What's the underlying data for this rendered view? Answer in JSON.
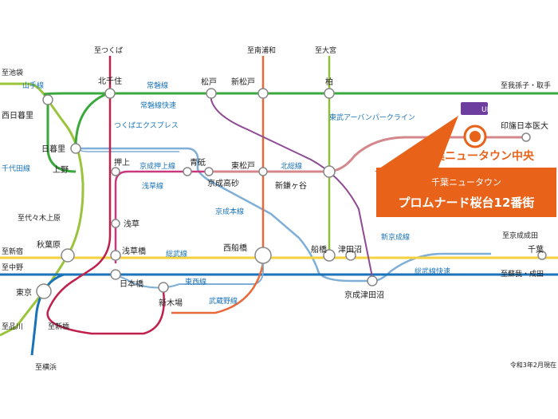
{
  "colors": {
    "jr_green": "#3aa83c",
    "yamanote": "#9ac43b",
    "chuo_sobu": "#f4d13f",
    "keiyo_tozai": "#1a73b8",
    "tsukuba_ex": "#c0204c",
    "musashino": "#e86a3a",
    "oedo": "#c8387c",
    "keisei": "#7faed6",
    "hokuso": "#d4888c",
    "hokuso_dark": "#8e4a95",
    "tobu_urban": "#8fbf3a",
    "shin_keisei": "#d1a0c9",
    "accent": "#e8621a",
    "ur_badge": "#6d3ea0"
  },
  "stations": {
    "minami_senju": "北千住",
    "nishi_nippori": "西日暮里",
    "nippori": "日暮里",
    "ueno": "上野",
    "akihabara": "秋葉原",
    "tokyo": "東京",
    "oshiage": "押上",
    "aoto": "青砥",
    "keisei_takasago": "京成高砂",
    "higashi_matsudo": "東松戸",
    "asakusa": "浅草",
    "asakusabashi": "浅草橋",
    "nihonbashi": "日本橋",
    "shin_kiba": "新木場",
    "nishi_funabashi": "西船橋",
    "matsudo": "松戸",
    "shin_matsudo": "新松戸",
    "kashiwa": "柏",
    "shin_kamagaya": "新鎌ヶ谷",
    "funabashi": "船橋",
    "tsudanuma": "津田沼",
    "keisei_tsudanuma": "京成津田沼",
    "chiba": "千葉",
    "inzai_nihon_idai": "印旛日本医大",
    "chiba_nt_chuo": "千葉ニュータウン中央"
  },
  "destinations": {
    "ikebukuro": "至池袋",
    "tsukuba": "至つくば",
    "minami_urawa": "至南浦和",
    "omiya": "至大宮",
    "abiko_toride": "至我孫子・取手",
    "yoyogi_uehara": "至代々木上原",
    "shinjuku": "至新宿",
    "nakano": "至中野",
    "shinagawa": "至品川",
    "shinbashi": "至新橋",
    "yokohama": "至横浜",
    "keisei_narita": "至京成成田",
    "soga_narita": "至蘇我・成田"
  },
  "lines": {
    "yamanote": "山手線",
    "chiyoda": "千代田線",
    "joban": "常磐線",
    "joban_rapid": "常磐線快速",
    "tsukuba_ex": "つくばエクスプレス",
    "keisei_oshiage": "京成押上線",
    "asakusa_line": "浅草線",
    "keisei_main": "京成本線",
    "hokuso": "北総線",
    "tobu_urban_park": "東武アーバンパークライン",
    "shin_keisei": "新京成線",
    "sobu": "総武線",
    "sobu_rapid": "総武線快速",
    "tozai": "東西線",
    "musashino": "武蔵野線"
  },
  "property": {
    "sub": "千葉ニュータウン",
    "title": "プロムナード桜台12番街",
    "badge": "UR"
  },
  "note": "令和3年2月現在"
}
